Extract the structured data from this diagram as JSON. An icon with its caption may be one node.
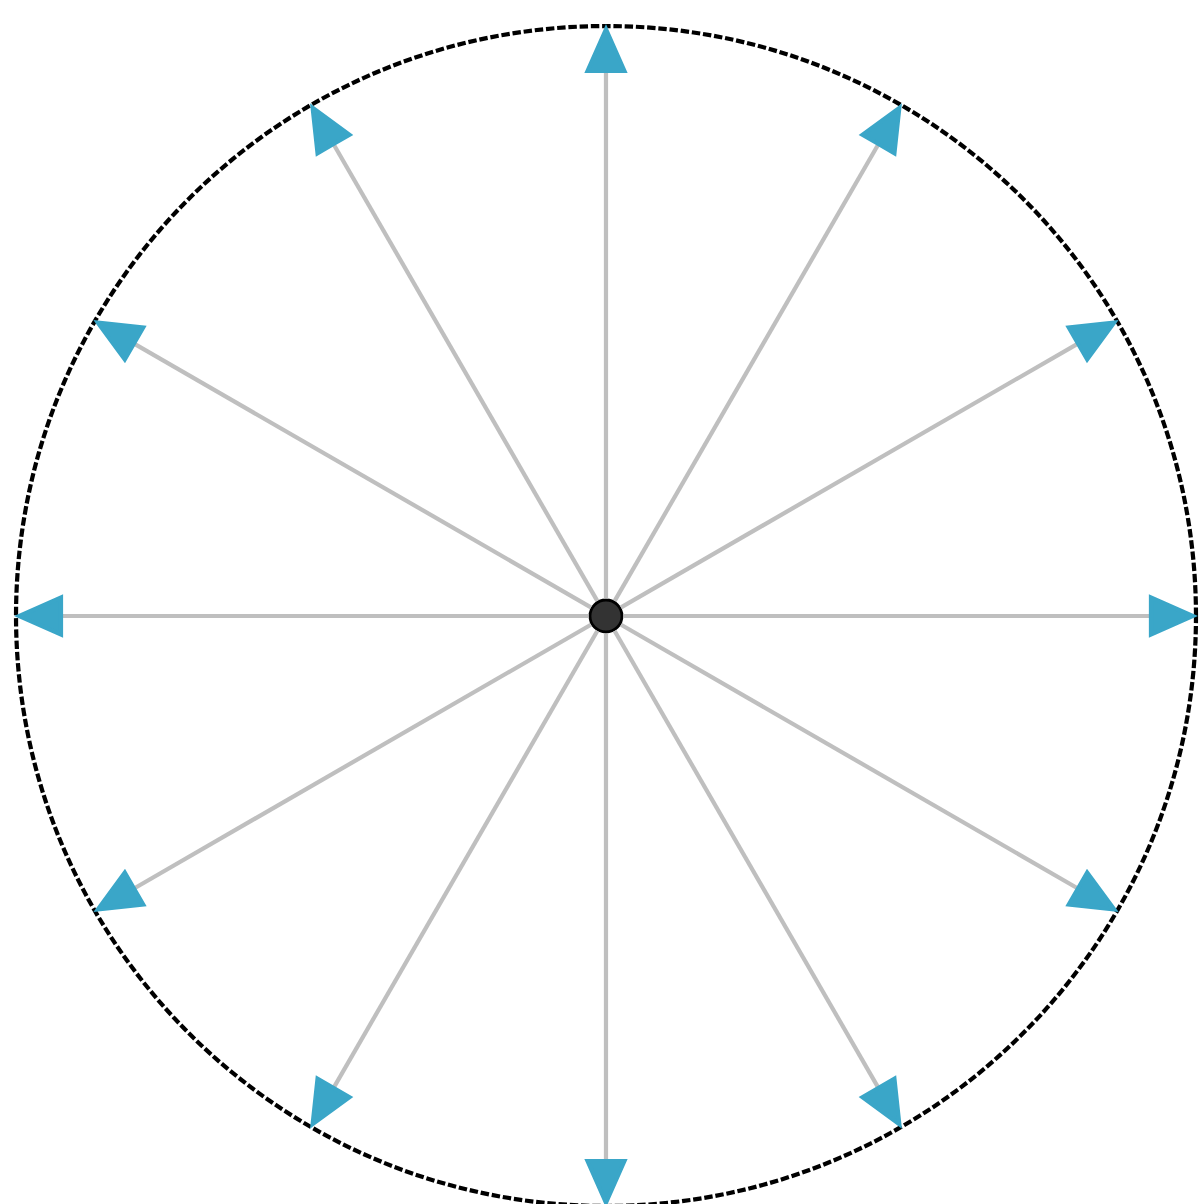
{
  "diagram": {
    "nodes": [
      {
        "text": [],
        "shape": "circle"
      },
      {
        "text": [],
        "shape": "circle",
        "in": 0
      }
    ],
    "edges": [
      {
        "from": 1,
        "to": 0,
        "arrow": "to"
      },
      {
        "from": 1,
        "to": 0,
        "arrow": "to"
      },
      {
        "from": 1,
        "to": 0,
        "arrow": "to"
      },
      {
        "from": 1,
        "to": 0,
        "arrow": "to"
      },
      {
        "from": 1,
        "to": 0,
        "arrow": "to"
      },
      {
        "from": 1,
        "to": 0,
        "arrow": "to"
      },
      {
        "from": 1,
        "to": 0,
        "arrow": "to"
      },
      {
        "from": 1,
        "to": 0,
        "arrow": "to"
      },
      {
        "from": 1,
        "to": 0,
        "arrow": "to"
      },
      {
        "from": 1,
        "to": 0,
        "arrow": "to"
      },
      {
        "from": 1,
        "to": 0,
        "arrow": "to"
      },
      {
        "from": 1,
        "to": 0,
        "arrow": "to"
      }
    ]
  }
}
